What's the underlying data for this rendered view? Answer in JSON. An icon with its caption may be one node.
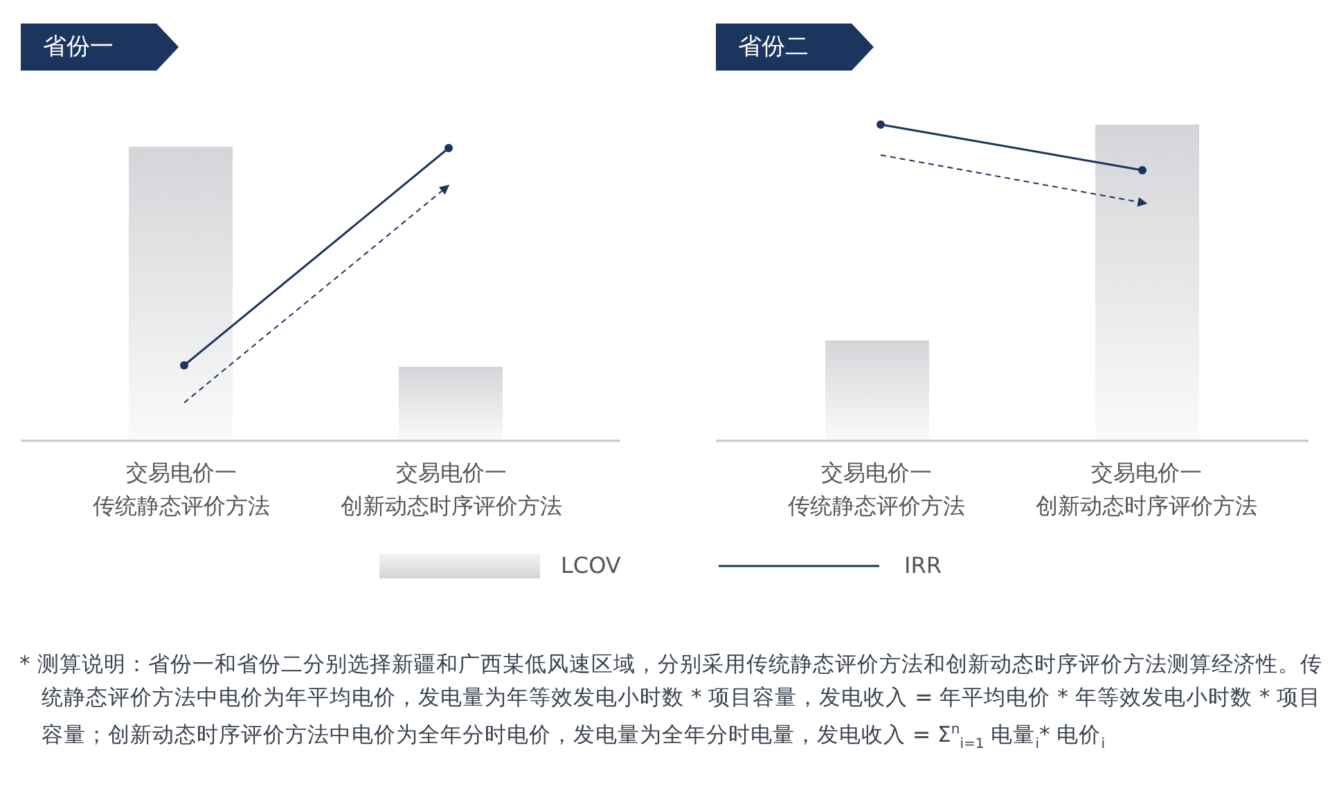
{
  "diagram": {
    "nodes": [
      {
        "text": [
          "省份一"
        ]
      },
      {
        "text": [
          "省份二"
        ]
      }
    ],
    "edges": [],
    "labels": [
      "交易电价一",
      "传统静态评价方法",
      "交易电价一",
      "创新动态时序评价方法",
      "交易电价一",
      "传统静态评价方法",
      "交易电价一",
      "创新动态时序评价方法",
      "* 测算说明：省份一和省份二分别选择新疆和广西某低风速区域，分别采用传统静态评价方法和创新动态时序评价方法测算经济性。传统静态评价方法中电价为年平均电价，发电量为年等效发电小时数 * 项目容量，发电收入 = 年平均电价 * 年等效发电小时数 * 项目容量；创新动态时序评价方法中电价为全年分时电价，发电量为全年分时电量，发电收入 = Σ$^{n}$$_{i=1}$ 电量$_{i}$* 电价$_{i}$"
    ],
    "legend": [
      {
        "text": "LCOV",
        "color": "#d4d5d8"
      },
      {
        "text": "IRR"
      }
    ]
  }
}
